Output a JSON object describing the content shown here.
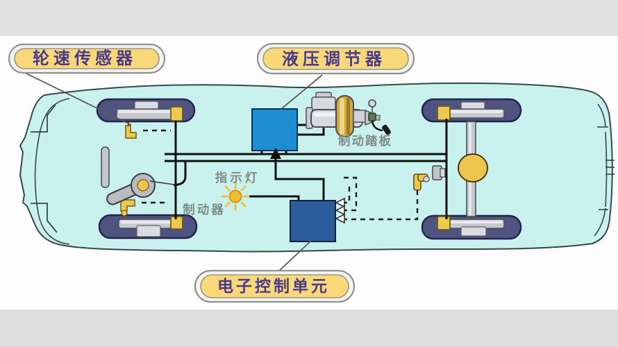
{
  "labels": {
    "wheel_speed_sensor": "轮速传感器",
    "hydraulic_modulator": "液压调节器",
    "electronic_control_unit": "电子控制单元",
    "brake_pedal": "制动踏板",
    "indicator_light": "指示灯",
    "brake": "制动器"
  },
  "colors": {
    "car_body_fill": "#c9f1ee",
    "outline_dark": "#35464e",
    "wheel_fill": "#4f537f",
    "sensor_yellow": "#edc94f",
    "modulator_blue": "#1e8ed2",
    "ecu_blue": "#2b5c9b",
    "differential_gold": "#eec54e",
    "pill_fill": "#f8d878",
    "pill_text": "#4a3a8c",
    "annotation_text": "#7e8e86",
    "pipe_black": "#0f0f0f",
    "band_gray": "#e0e0e0"
  }
}
